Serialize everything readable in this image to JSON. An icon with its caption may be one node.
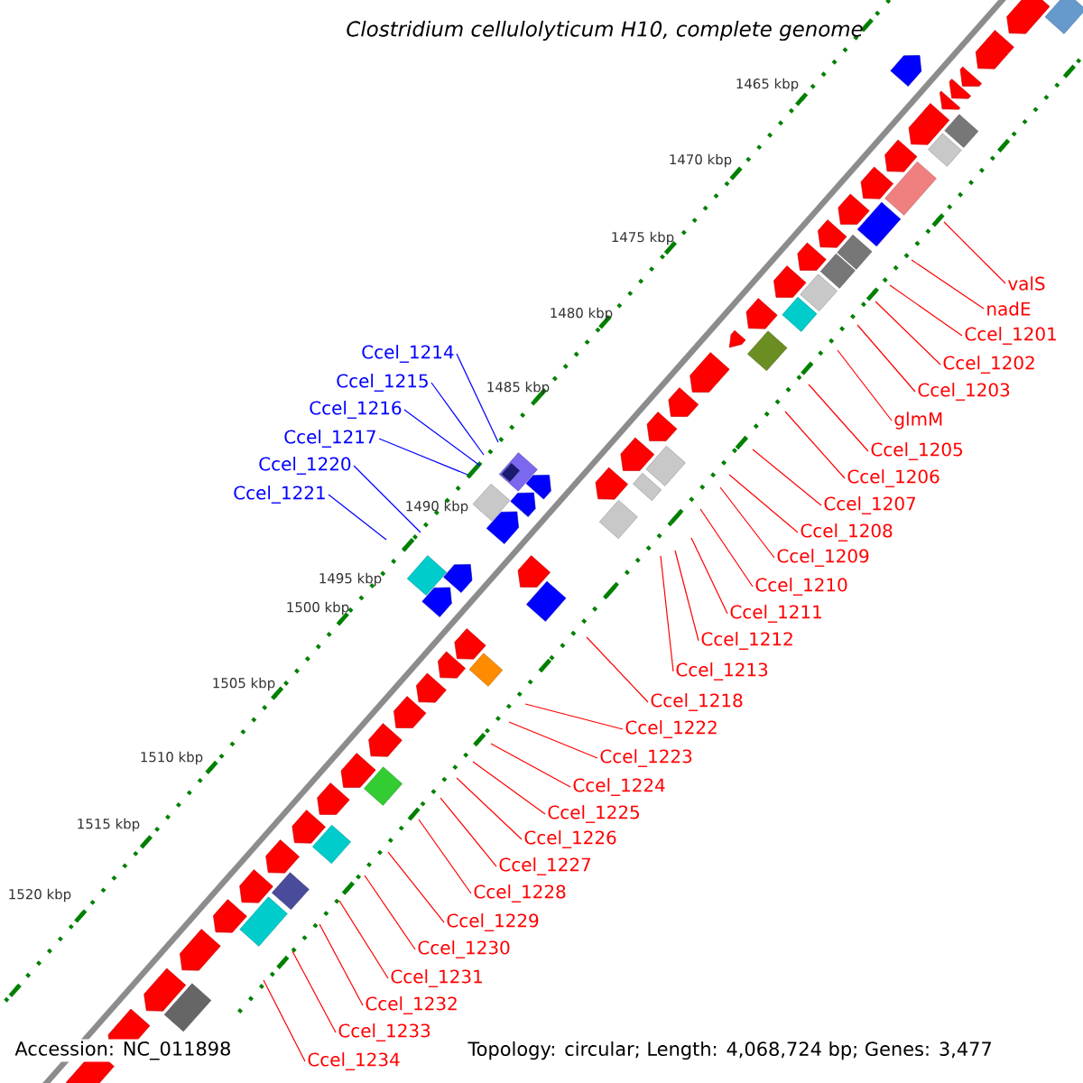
{
  "diagram": {
    "title": "Clostridium cellulolyticum H10, complete genome",
    "nodes": [
      {
        "text": [
          "Ccel_1214"
        ]
      },
      {
        "text": [
          "Ccel_1215"
        ]
      },
      {
        "text": [
          "Ccel_1216"
        ]
      },
      {
        "text": [
          "Ccel_1217"
        ]
      },
      {
        "text": [
          "Ccel_1220"
        ]
      },
      {
        "text": [
          "Ccel_1221"
        ]
      },
      {
        "text": [
          "valS"
        ]
      },
      {
        "text": [
          "nadE"
        ]
      },
      {
        "text": [
          "Ccel_1201"
        ]
      },
      {
        "text": [
          "Ccel_1202"
        ]
      },
      {
        "text": [
          "Ccel_1203"
        ]
      },
      {
        "text": [
          "glmM"
        ]
      },
      {
        "text": [
          "Ccel_1205"
        ]
      },
      {
        "text": [
          "Ccel_1206"
        ]
      },
      {
        "text": [
          "Ccel_1207"
        ]
      },
      {
        "text": [
          "Ccel_1208"
        ]
      },
      {
        "text": [
          "Ccel_1209"
        ]
      },
      {
        "text": [
          "Ccel_1210"
        ]
      },
      {
        "text": [
          "Ccel_1211"
        ]
      },
      {
        "text": [
          "Ccel_1212"
        ]
      },
      {
        "text": [
          "Ccel_1213"
        ]
      },
      {
        "text": [
          "Ccel_1218"
        ]
      },
      {
        "text": [
          "Ccel_1222"
        ]
      },
      {
        "text": [
          "Ccel_1223"
        ]
      },
      {
        "text": [
          "Ccel_1224"
        ]
      },
      {
        "text": [
          "Ccel_1225"
        ]
      },
      {
        "text": [
          "Ccel_1226"
        ]
      },
      {
        "text": [
          "Ccel_1227"
        ]
      },
      {
        "text": [
          "Ccel_1228"
        ]
      },
      {
        "text": [
          "Ccel_1229"
        ]
      },
      {
        "text": [
          "Ccel_1230"
        ]
      },
      {
        "text": [
          "Ccel_1231"
        ]
      },
      {
        "text": [
          "Ccel_1232"
        ]
      },
      {
        "text": [
          "Ccel_1233"
        ]
      },
      {
        "text": [
          "Ccel_1234"
        ]
      }
    ],
    "edges": [
      {
        "from": 0,
        "to": null,
        "arrow": "none",
        "color": "#0000ff"
      },
      {
        "from": 1,
        "to": null,
        "arrow": "none",
        "color": "#0000ff"
      },
      {
        "from": 2,
        "to": null,
        "arrow": "none",
        "color": "#0000ff"
      },
      {
        "from": 3,
        "to": null,
        "arrow": "none",
        "color": "#0000ff"
      },
      {
        "from": 4,
        "to": null,
        "arrow": "none",
        "color": "#0000ff"
      },
      {
        "from": 5,
        "to": null,
        "arrow": "none",
        "color": "#0000ff"
      },
      {
        "from": 6,
        "to": null,
        "arrow": "none"
      },
      {
        "from": 7,
        "to": null,
        "arrow": "none"
      },
      {
        "from": 8,
        "to": null,
        "arrow": "none"
      },
      {
        "from": 9,
        "to": null,
        "arrow": "none"
      },
      {
        "from": 10,
        "to": null,
        "arrow": "none"
      },
      {
        "from": 11,
        "to": null,
        "arrow": "none"
      },
      {
        "from": 12,
        "to": null,
        "arrow": "none"
      },
      {
        "from": 13,
        "to": null,
        "arrow": "none"
      },
      {
        "from": 14,
        "to": null,
        "arrow": "none"
      },
      {
        "from": 15,
        "to": null,
        "arrow": "none"
      },
      {
        "from": 16,
        "to": null,
        "arrow": "none"
      },
      {
        "from": 17,
        "to": null,
        "arrow": "none"
      },
      {
        "from": 18,
        "to": null,
        "arrow": "none"
      },
      {
        "from": 19,
        "to": null,
        "arrow": "none"
      },
      {
        "from": 20,
        "to": null,
        "arrow": "none"
      },
      {
        "from": 21,
        "to": null,
        "arrow": "none"
      },
      {
        "from": 22,
        "to": null,
        "arrow": "none"
      },
      {
        "from": 23,
        "to": null,
        "arrow": "none"
      },
      {
        "from": 24,
        "to": null,
        "arrow": "none"
      },
      {
        "from": 25,
        "to": null,
        "arrow": "none"
      },
      {
        "from": 26,
        "to": null,
        "arrow": "none"
      },
      {
        "from": 27,
        "to": null,
        "arrow": "none"
      },
      {
        "from": 28,
        "to": null,
        "arrow": "none"
      },
      {
        "from": 29,
        "to": null,
        "arrow": "none"
      },
      {
        "from": 30,
        "to": null,
        "arrow": "none"
      },
      {
        "from": 31,
        "to": null,
        "arrow": "none"
      },
      {
        "from": 32,
        "to": null,
        "arrow": "none"
      },
      {
        "from": 33,
        "to": null,
        "arrow": "none"
      },
      {
        "from": 34,
        "to": null,
        "arrow": "none"
      }
    ],
    "labels": [
      "1465 kbp",
      "1470 kbp",
      "1475 kbp",
      "1480 kbp",
      "1485 kbp",
      "1490 kbp",
      "1495 kbp",
      "1500 kbp",
      "1505 kbp",
      "1510 kbp",
      "1515 kbp",
      "1520 kbp",
      "Accession: NC_011898",
      "Topology: circular; Length: 4,068,724 bp; Genes: 3,477"
    ]
  }
}
